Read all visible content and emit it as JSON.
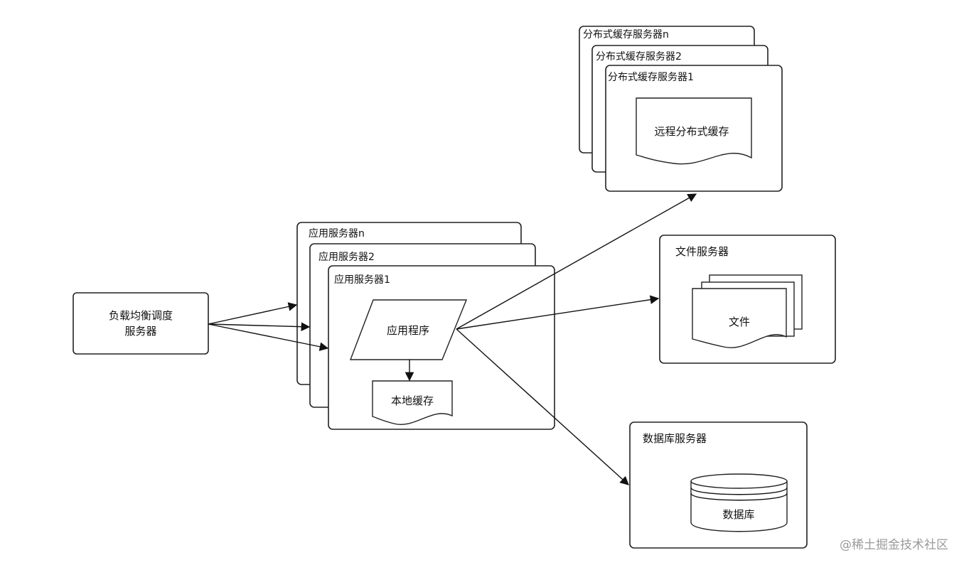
{
  "nodes": {
    "load_balancer": {
      "line1": "负载均衡调度",
      "line2": "服务器"
    },
    "app_server_n": {
      "label": "应用服务器n"
    },
    "app_server_2": {
      "label": "应用服务器2"
    },
    "app_server_1": {
      "label": "应用服务器1"
    },
    "app_program": {
      "label": "应用程序"
    },
    "local_cache": {
      "label": "本地缓存"
    },
    "cache_server_n": {
      "label": "分布式缓存服务器n"
    },
    "cache_server_2": {
      "label": "分布式缓存服务器2"
    },
    "cache_server_1": {
      "label": "分布式缓存服务器1"
    },
    "remote_cache": {
      "label": "远程分布式缓存"
    },
    "file_server": {
      "label": "文件服务器"
    },
    "file": {
      "label": "文件"
    },
    "db_server": {
      "label": "数据库服务器"
    },
    "database": {
      "label": "数据库"
    }
  },
  "edges": [
    {
      "from": "load_balancer",
      "to": "app_server_n"
    },
    {
      "from": "load_balancer",
      "to": "app_server_2"
    },
    {
      "from": "load_balancer",
      "to": "app_server_1"
    },
    {
      "from": "app_program",
      "to": "local_cache"
    },
    {
      "from": "app_program",
      "to": "cache_server_1"
    },
    {
      "from": "app_program",
      "to": "file_server"
    },
    {
      "from": "app_program",
      "to": "db_server"
    }
  ],
  "watermark": "@稀土掘金技术社区",
  "colors": {
    "stroke": "#222222",
    "background": "#ffffff",
    "watermark": "#9a9a9a"
  }
}
